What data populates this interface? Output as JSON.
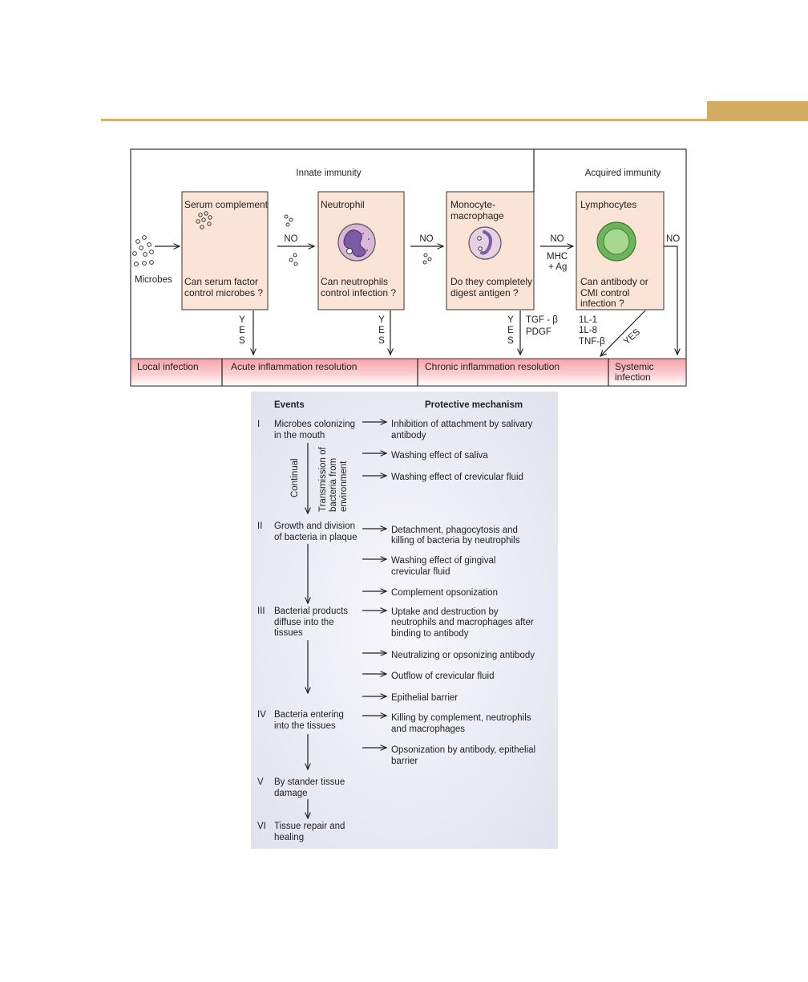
{
  "immunity": {
    "innate_label": "Innate immunity",
    "acquired_label": "Acquired immunity",
    "microbes_label": "Microbes",
    "boxes": [
      {
        "title": "Serum complement",
        "question_1": "Can serum factor",
        "question_2": "control microbes ?"
      },
      {
        "title": "Neutrophil",
        "question_1": "Can neutrophils",
        "question_2": "control infection ?"
      },
      {
        "title_1": "Monocyte-",
        "title_2": "macrophage",
        "question_1": "Do they completely",
        "question_2": "digest antigen ?"
      },
      {
        "title": "Lymphocytes",
        "question_1": "Can antibody or",
        "question_2": "CMI control",
        "question_3": "infection ?"
      }
    ],
    "no": "NO",
    "yes_letters": [
      "Y",
      "E",
      "S"
    ],
    "yes_diag": "YES",
    "mhc_1": "MHC",
    "mhc_2": "+ Ag",
    "tgf": "TGF - β",
    "pdgf": "PDGF",
    "il1": "1L-1",
    "il8": "1L-8",
    "tnf": "TNF-β",
    "outcomes": {
      "local": "Local infection",
      "acute": "Acute inflammation resolution",
      "chronic": "Chronic inflammation resolution",
      "systemic_1": "Systemic",
      "systemic_2": "infection"
    }
  },
  "events_panel": {
    "events_header": "Events",
    "mechanism_header": "Protective mechanism",
    "continual": "Continual",
    "transmission_1": "Transmission of",
    "transmission_2": "bacteria from",
    "transmission_3": "environment",
    "events": [
      {
        "num": "I",
        "line1": "Microbes colonizing",
        "line2": "in the mouth"
      },
      {
        "num": "II",
        "line1": "Growth and division",
        "line2": "of bacteria in plaque"
      },
      {
        "num": "III",
        "line1": "Bacterial products",
        "line2": "diffuse into the",
        "line3": "tissues"
      },
      {
        "num": "IV",
        "line1": "Bacteria entering",
        "line2": "into the tissues"
      },
      {
        "num": "V",
        "line1": "By stander tissue",
        "line2": "damage"
      },
      {
        "num": "VI",
        "line1": "Tissue repair and",
        "line2": "healing"
      }
    ],
    "mechanisms": [
      {
        "line1": "Inhibition of attachment by salivary",
        "line2": "antibody"
      },
      {
        "line1": "Washing effect of saliva"
      },
      {
        "line1": "Washing effect of crevicular fluid"
      },
      {
        "line1": "Detachment, phagocytosis and",
        "line2": "killing of bacteria by neutrophils"
      },
      {
        "line1": "Washing effect of gingival",
        "line2": "crevicular fluid"
      },
      {
        "line1": "Complement opsonization"
      },
      {
        "line1": "Uptake and destruction by",
        "line2": "neutrophils and macrophages after",
        "line3": "binding to antibody"
      },
      {
        "line1": "Neutralizing or opsonizing antibody"
      },
      {
        "line1": "Outflow of crevicular fluid"
      },
      {
        "line1": "Epithelial barrier"
      },
      {
        "line1": "Killing by complement, neutrophils",
        "line2": "and macrophages"
      },
      {
        "line1": "Opsonization by antibody, epithelial",
        "line2": "barrier"
      }
    ]
  },
  "colors": {
    "accent_gold": "#d4ad62",
    "box_fill": "#fbe3d6",
    "outcome_pink": "#f6a9b0",
    "panel_bg": "#e9e9f3",
    "lymphocyte_green": "#7cc06b"
  }
}
